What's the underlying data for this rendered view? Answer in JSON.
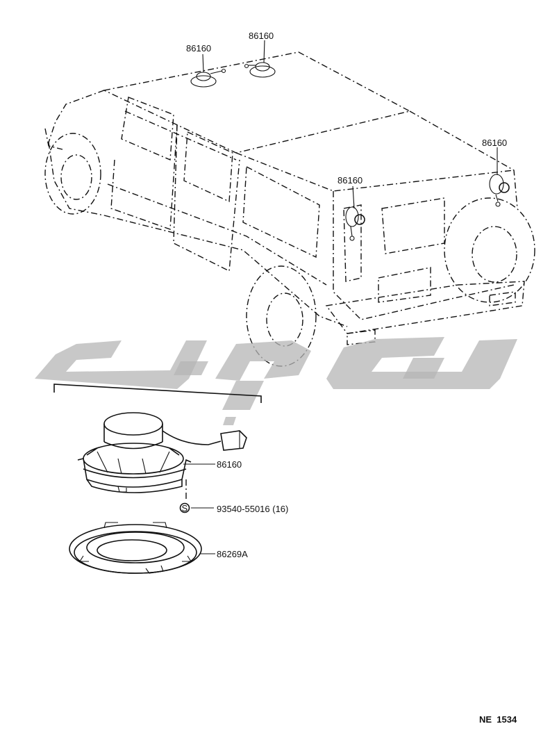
{
  "labels": {
    "roof_left": "86160",
    "roof_right": "86160",
    "rear_right": "86160",
    "rear_left": "86160",
    "speaker": "86160",
    "screw": "93540-55016 (16)",
    "grille": "86269A",
    "screw_symbol": "S"
  },
  "reference": "NE  1534",
  "colors": {
    "line": "#111111",
    "watermark": "#b5b5b5",
    "background": "#ffffff"
  }
}
